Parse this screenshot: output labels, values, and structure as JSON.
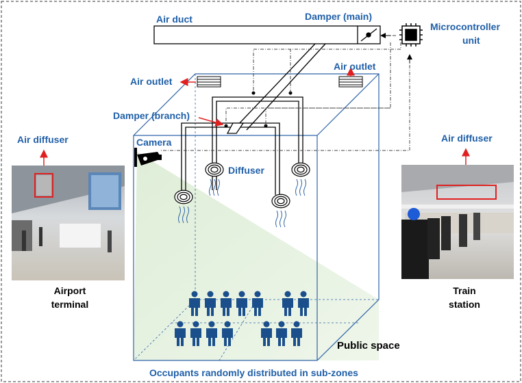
{
  "labels": {
    "air_duct": "Air duct",
    "damper_main": "Damper (main)",
    "microcontroller_line1": "Microcontroller",
    "microcontroller_line2": "unit",
    "air_outlet_left": "Air outlet",
    "air_outlet_right": "Air outlet",
    "damper_branch": "Damper (branch)",
    "camera": "Camera",
    "diffuser": "Diffuser",
    "air_diffuser_left": "Air diffuser",
    "air_diffuser_right": "Air diffuser",
    "airport_line1": "Airport",
    "airport_line2": "terminal",
    "train_line1": "Train",
    "train_line2": "station",
    "public_space": "Public space",
    "occupants": "Occupants randomly distributed in sub-zones"
  },
  "colors": {
    "label_blue": "#1f5fa8",
    "room_outline": "#2e63a6",
    "camera_view": "#e3f0de",
    "people": "#1b4f8c",
    "highlight": "#e02020"
  },
  "icons": {
    "camera": "camera-icon",
    "chip": "microcontroller-chip-icon",
    "person": "person-icon"
  }
}
